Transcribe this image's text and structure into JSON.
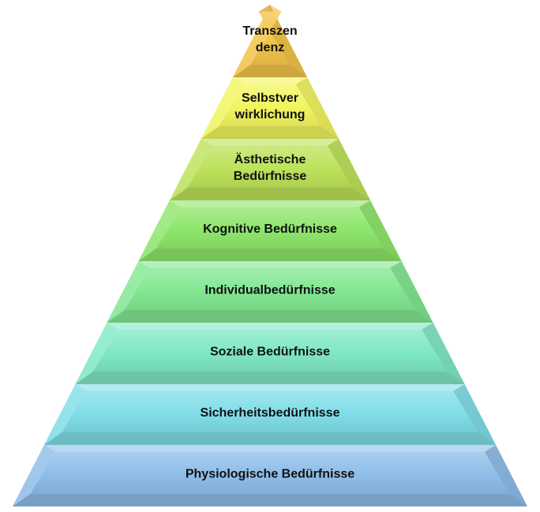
{
  "pyramid": {
    "levels": [
      {
        "lines": [
          "Transzen",
          "denz"
        ],
        "color": "#f3c449"
      },
      {
        "lines": [
          "Selbstver",
          "wirklichung"
        ],
        "color": "#f1f55e"
      },
      {
        "lines": [
          "Ästhetische",
          "Bedürfnisse"
        ],
        "color": "#bce25a"
      },
      {
        "lines": [
          "Kognitive Bedürfnisse"
        ],
        "color": "#8ee66b"
      },
      {
        "lines": [
          "Individualbedürfnisse"
        ],
        "color": "#82e791"
      },
      {
        "lines": [
          "Soziale Bedürfnisse"
        ],
        "color": "#7fe8c6"
      },
      {
        "lines": [
          "Sicherheitsbedürfnisse"
        ],
        "color": "#80dde8"
      },
      {
        "lines": [
          "Physiologische Bedürfnisse"
        ],
        "color": "#8ebde8"
      }
    ]
  }
}
